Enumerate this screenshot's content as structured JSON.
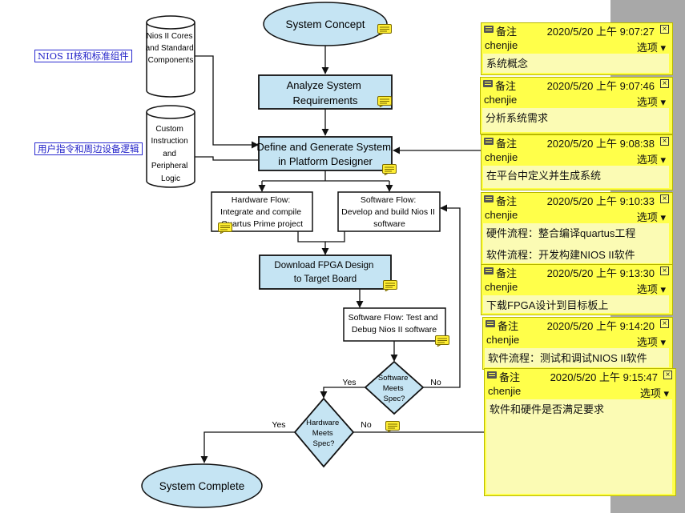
{
  "flowchart": {
    "start": "System Concept",
    "analyze": [
      "Analyze System",
      "Requirements"
    ],
    "define": [
      "Define and Generate System",
      "in Platform Designer"
    ],
    "hw_flow": [
      "Hardware Flow:",
      "Integrate and compile",
      "Quartus Prime project"
    ],
    "sw_flow": [
      "Software Flow:",
      "Develop and build Nios II",
      "software"
    ],
    "download": [
      "Download FPGA Design",
      "to Target Board"
    ],
    "sw_test": [
      "Software Flow: Test and",
      "Debug Nios II software"
    ],
    "sw_meets": [
      "Software",
      "Meets",
      "Spec?"
    ],
    "hw_meets": [
      "Hardware",
      "Meets",
      "Spec?"
    ],
    "end": "System Complete",
    "cyl1": [
      "Nios II Cores",
      "and Standard",
      "Components"
    ],
    "cyl2": [
      "Custom",
      "Instruction",
      "and",
      "Peripheral",
      "Logic"
    ],
    "yes": "Yes",
    "no": "No"
  },
  "annotations": {
    "nios_cores": "NIOS II核和标准组件",
    "custom_logic": "用户指令和周边设备逻辑"
  },
  "comments": [
    {
      "label": "备注",
      "time": "2020/5/20 上午 9:07:27",
      "author": "chenjie",
      "options": "选项 ▾",
      "lines": [
        "系统概念"
      ]
    },
    {
      "label": "备注",
      "time": "2020/5/20 上午 9:07:46",
      "author": "chenjie",
      "options": "选项 ▾",
      "lines": [
        "分析系统需求"
      ]
    },
    {
      "label": "备注",
      "time": "2020/5/20 上午 9:08:38",
      "author": "chenjie",
      "options": "选项 ▾",
      "lines": [
        "在平台中定义并生成系统"
      ]
    },
    {
      "label": "备注",
      "time": "2020/5/20 上午 9:10:33",
      "author": "chenjie",
      "options": "选项 ▾",
      "lines": [
        "硬件流程：整合编译quartus工程",
        "软件流程：开发构建NIOS II软件"
      ]
    },
    {
      "label": "备注",
      "time": "2020/5/20 上午 9:13:30",
      "author": "chenjie",
      "options": "选项 ▾",
      "lines": [
        "下载FPGA设计到目标板上"
      ]
    },
    {
      "label": "备注",
      "time": "2020/5/20 上午 9:14:20",
      "author": "chenjie",
      "options": "选项 ▾",
      "lines": [
        "软件流程：测试和调试NIOS II软件"
      ]
    },
    {
      "label": "备注",
      "time": "2020/5/20 上午 9:15:47",
      "author": "chenjie",
      "options": "选项 ▾",
      "lines": [
        "软件和硬件是否满足要求"
      ]
    }
  ],
  "colors": {
    "node_fill": "#c5e4f3",
    "sticky_fill": "#ffff4a"
  }
}
